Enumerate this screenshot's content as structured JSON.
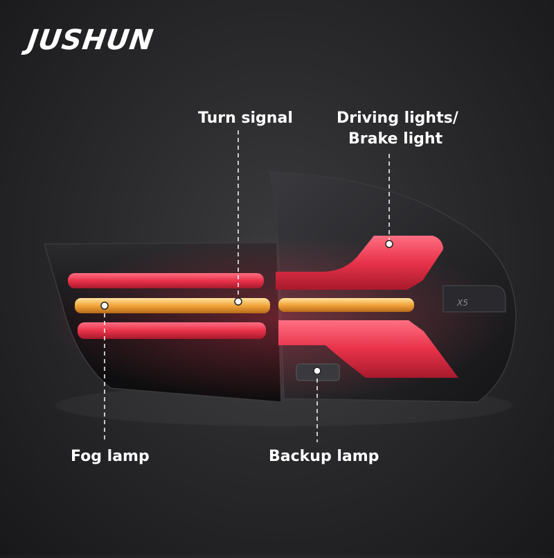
{
  "brand": {
    "name": "JUSHUN"
  },
  "callouts": {
    "turn_signal": "Turn signal",
    "driving_line1": "Driving lights/",
    "driving_line2": "Brake light",
    "fog_lamp": "Fog lamp",
    "backup_lamp": "Backup lamp"
  },
  "product": {
    "emblem_text": "X5"
  },
  "colors": {
    "background": "#2a2a2c",
    "red_light": "#e8324a",
    "amber_light": "#f2a53a",
    "housing": "#121214"
  }
}
